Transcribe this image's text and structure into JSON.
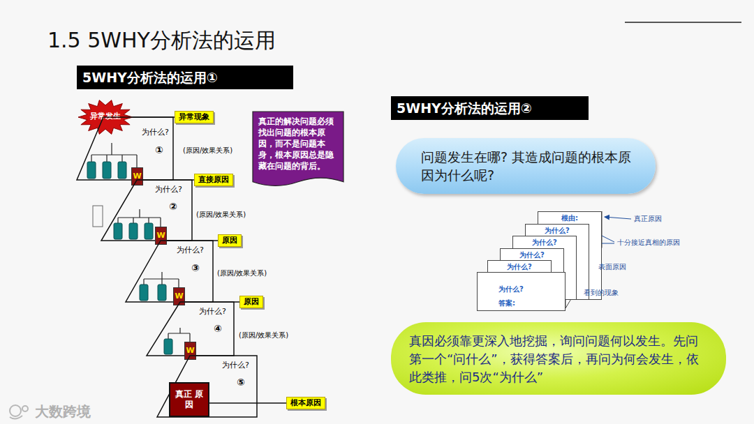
{
  "diagram": {
    "title": "1.5 5WHY分析法的运用",
    "nodes": [
      {
        "text": [
          "5WHY分析法的运用①"
        ]
      },
      {
        "text": [
          "异常发生"
        ]
      },
      {
        "text": [
          "异常现象"
        ]
      },
      {
        "text": [
          "为什么?",
          "①"
        ]
      },
      {
        "text": [
          "W"
        ]
      },
      {
        "text": [
          "直接原因"
        ]
      },
      {
        "text": [
          "为什么?",
          "②"
        ]
      },
      {
        "text": [
          "W"
        ]
      },
      {
        "text": [
          "原因"
        ]
      },
      {
        "text": [
          "为什么?",
          "③"
        ]
      },
      {
        "text": [
          "W"
        ]
      },
      {
        "text": [
          "原因"
        ]
      },
      {
        "text": [
          "为什么?",
          "④"
        ]
      },
      {
        "text": [
          "W"
        ]
      },
      {
        "text": [
          "为什么?",
          "⑤"
        ]
      },
      {
        "text": [
          "真正 原因"
        ],
        "in": 14
      },
      {
        "text": [
          "根本原因"
        ]
      },
      {
        "text": [
          "真正的解决问题必须找出问题的根本原因，而不是问题本身，根本原因总是隐藏在问题的背后。"
        ]
      },
      {
        "text": [
          "5WHY分析法的运用②"
        ]
      },
      {
        "text": [
          "问题发生在哪? 其造成问题的根本原因为什么呢?"
        ]
      },
      {
        "text": [
          "根由:"
        ]
      },
      {
        "text": [
          "为什么?"
        ]
      },
      {
        "text": [
          "为什么?"
        ]
      },
      {
        "text": [
          "为什么?"
        ]
      },
      {
        "text": [
          "为什么?"
        ]
      },
      {
        "text": [
          "为什么?",
          "答案:"
        ]
      },
      {
        "text": [
          "真因必须靠更深入地挖掘，询问问题何以发生。先问第一个“问什么”，获得答案后，再问为何会发生，依此类推，问5次“为什么”"
        ]
      }
    ],
    "edges": [
      {
        "from": 1,
        "to": 2,
        "arrow": "none"
      },
      {
        "from": 4,
        "to": 5,
        "arrow": "none"
      },
      {
        "from": 7,
        "to": 8,
        "arrow": "none"
      },
      {
        "from": 10,
        "to": 11,
        "arrow": "none"
      },
      {
        "from": 15,
        "to": 16,
        "arrow": "none"
      }
    ],
    "labels": [
      "(原因/效果关系)",
      "(原因/效果关系)",
      "(原因/效果关系)",
      "(原因/效果关系)",
      "真正原因",
      "十分接近真相的原因",
      "表面原因",
      "看到的现象",
      "大数跨境"
    ]
  }
}
